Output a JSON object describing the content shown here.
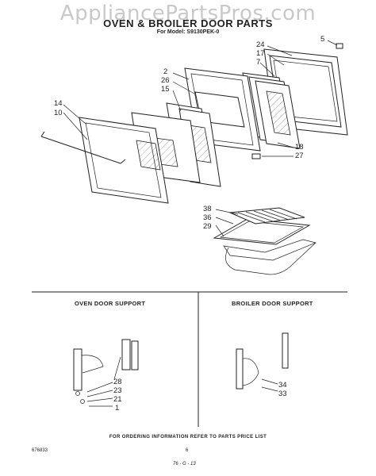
{
  "watermark": "AppliancePartsPros.com",
  "header": {
    "title": "OVEN & BROILER DOOR PARTS",
    "model": "For Model: S9130PEK-0"
  },
  "sections": {
    "oven_support": "OVEN DOOR SUPPORT",
    "broiler_support": "BROILER DOOR SUPPORT"
  },
  "part_labels": {
    "p5": "5",
    "p24": "24",
    "p17": "17",
    "p7": "7",
    "p2": "2",
    "p26": "26",
    "p15": "15",
    "p14": "14",
    "p10": "10",
    "p18": "18",
    "p27": "27",
    "p38": "38",
    "p36": "36",
    "p29": "29",
    "p28": "28",
    "p23": "23",
    "p21": "21",
    "p1": "1",
    "p34": "34",
    "p33": "33"
  },
  "footer": {
    "note": "FOR ORDERING INFORMATION REFER TO PARTS PRICE LIST",
    "doc_number": "676833",
    "page": "6",
    "handwritten": "76 - G - 13"
  }
}
